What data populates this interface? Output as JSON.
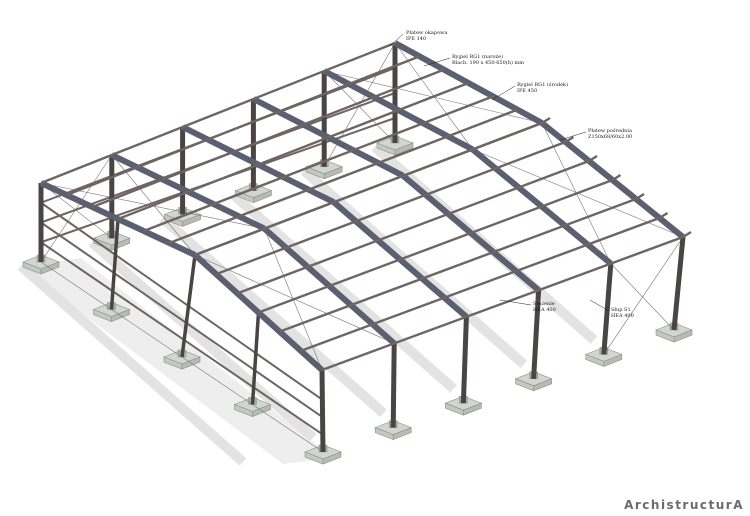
{
  "labels": {
    "purlin_eaves": {
      "line1": "Płatew okapowa",
      "line2": "IPE 140"
    },
    "rafter_haunch": {
      "line1": "Rygiel RG1 (naroże)",
      "line2": "Blach. 190 x 450-650(h) mm"
    },
    "rafter_mid": {
      "line1": "Rygiel RG1 (środek)",
      "line2": "IPE 450"
    },
    "purlin_mid": {
      "line1": "Płatew pośrednia",
      "line2": "Z150x68/60x2.00"
    },
    "bracing": {
      "line1": "Stężenie",
      "line2": "HEA 400"
    },
    "column": {
      "line1": "Słup S1",
      "line2": "HEA 400"
    }
  },
  "watermark": "ArchistructurA",
  "colors": {
    "steel": "#6e6463",
    "steel_dark": "#4a4444",
    "rafter": "#5b6070",
    "footing": "#d2d6d0",
    "footing_edge": "#8a9188",
    "shadow": "#e3e3e3",
    "brace": "#777777"
  }
}
